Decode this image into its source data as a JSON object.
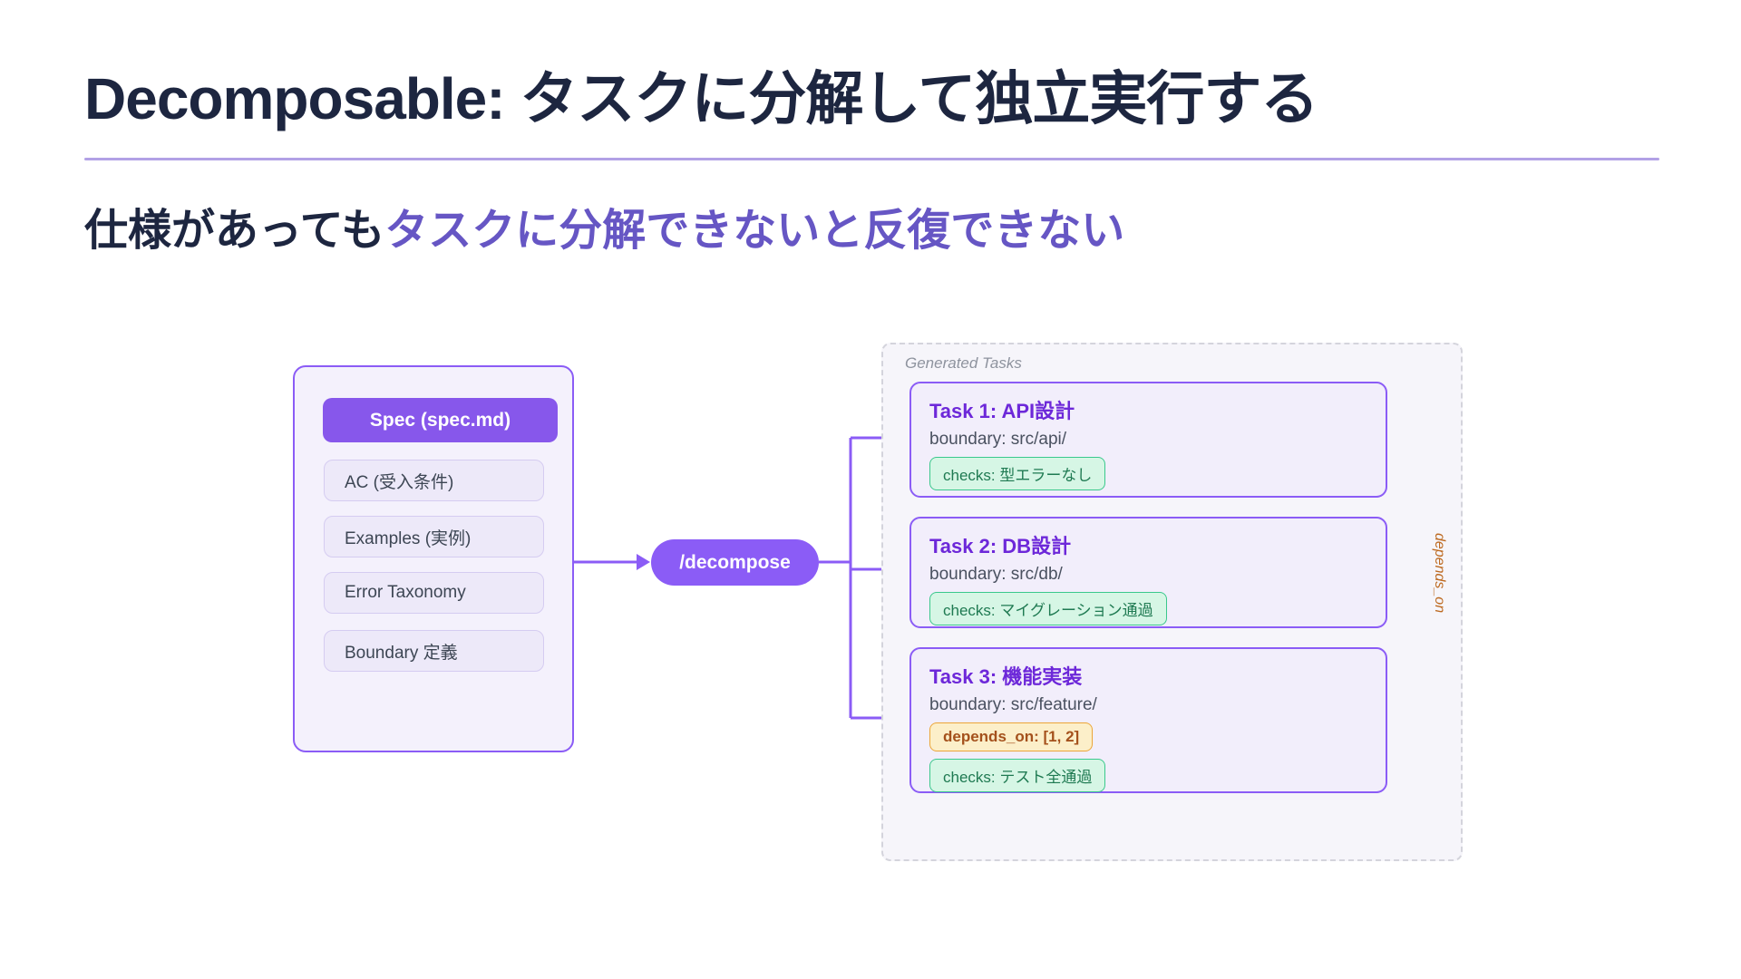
{
  "slide": {
    "title": "Decomposable: タスクに分解して独立実行する",
    "subtitle_plain": "仕様があっても",
    "subtitle_accent": "タスクに分解できないと反復できない"
  },
  "spec_box": {
    "header": "Spec (spec.md)",
    "items": [
      "AC (受入条件)",
      "Examples (実例)",
      "Error Taxonomy",
      "Boundary 定義"
    ]
  },
  "decompose": {
    "label": "/decompose"
  },
  "generated": {
    "label": "Generated Tasks",
    "tasks": [
      {
        "title": "Task 1: API設計",
        "boundary": "boundary: src/api/",
        "checks": "checks: 型エラーなし"
      },
      {
        "title": "Task 2: DB設計",
        "boundary": "boundary: src/db/",
        "checks": "checks: マイグレーション通過"
      },
      {
        "title": "Task 3: 機能実装",
        "boundary": "boundary: src/feature/",
        "depends": "depends_on: [1, 2]",
        "checks": "checks: テスト全通過"
      }
    ],
    "depends_edge_label": "depends_on"
  },
  "colors": {
    "accent_purple": "#8b5cf6",
    "deep_purple_text": "#6d28d9",
    "subtitle_accent": "#6656c4",
    "title_text": "#1d2640",
    "rule_purple": "#b2a1e6",
    "green_chip_bg": "#d6f6e5",
    "green_chip_border": "#3ac88c",
    "green_chip_text": "#1f7a52",
    "orange_chip_bg": "#fcefc9",
    "orange_chip_border": "#eca637",
    "orange_chip_text": "#a4511c",
    "orange_edge": "#efa12f",
    "container_border": "#d4d4dc"
  }
}
